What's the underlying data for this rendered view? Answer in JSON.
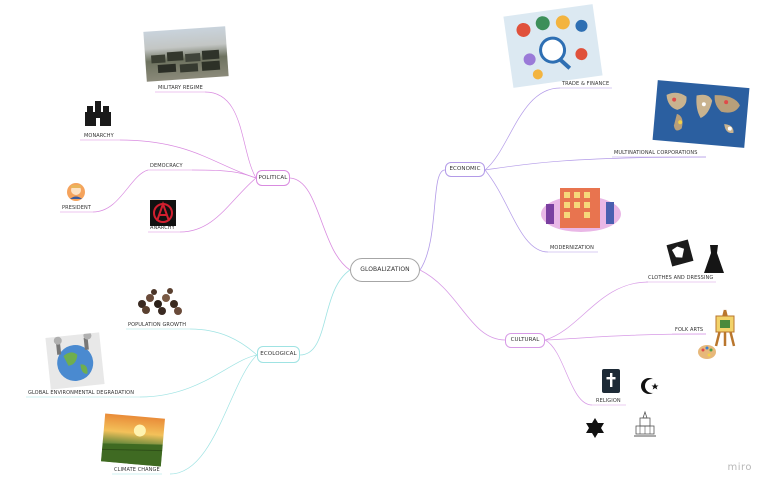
{
  "root": "GLOBALIZATION",
  "branches": {
    "political": "POLITICAL",
    "economic": "ECONOMIC",
    "ecological": "ECOLOGICAL",
    "cultural": "CULTURAL"
  },
  "leaves": {
    "military_regime": "MILITARY REGIME",
    "monarchy": "MONARCHY",
    "democracy": "DEMOCRACY",
    "president": "PRESIDENT",
    "anarchy": "ANARCHY",
    "trade_finance": "TRADE & FINANCE",
    "multinational": "MULTINATIONAL CORPORATIONS",
    "modernization": "MODERNIZATION",
    "population_growth": "POPULATION GROWTH",
    "environmental": "GLOBAL ENVIRONMENTAL DEGRADATION",
    "climate_change": "CLIMATE CHANGE",
    "clothes": "CLOTHES AND DRESSING",
    "folk_arts": "FOLK ARTS",
    "religion": "RELIGION"
  },
  "brand": "miro",
  "colors": {
    "political": "#d98be0",
    "economic": "#b39be8",
    "ecological": "#9fe3e3",
    "cultural": "#d79ae6"
  }
}
